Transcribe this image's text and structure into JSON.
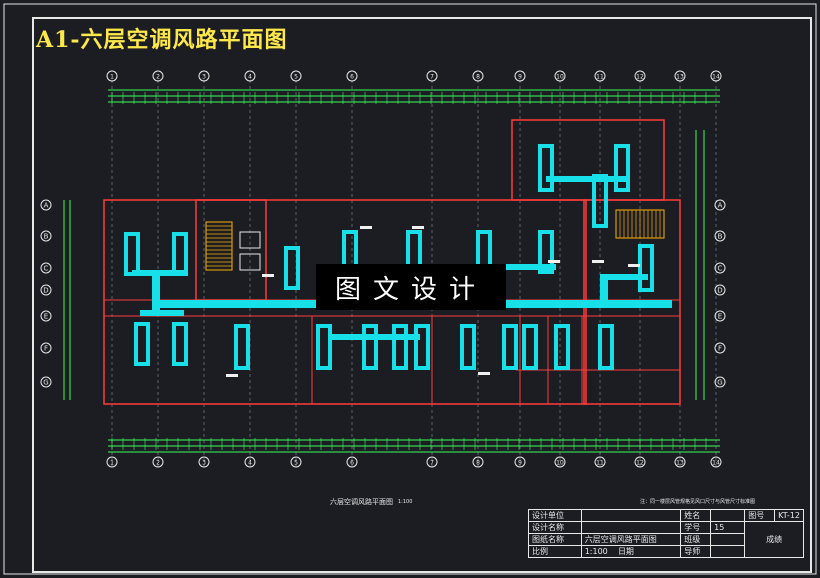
{
  "title": "A1-六层空调风路平面图",
  "watermark": "图文设计",
  "caption": "六层空调风路平面图",
  "caption_scale": "1:100",
  "note": "注：同一楼层风管规格见风口尺寸与风管尺寸标准图",
  "axis_labels": {
    "left": [
      "A",
      "B",
      "C",
      "D",
      "E",
      "F",
      "G"
    ],
    "top": [
      "1",
      "2",
      "3",
      "4",
      "5",
      "6",
      "7",
      "8",
      "9",
      "10",
      "11",
      "12",
      "13",
      "14"
    ]
  },
  "title_block": {
    "design_unit_label": "设计单位",
    "design_name_label": "设计名称",
    "drawing_name_label": "图纸名称",
    "drawing_name_value": "六层空调风路平面图",
    "scale_label": "比例",
    "scale_value": "1:100",
    "date_label": "日期",
    "name_label": "姓名",
    "student_no_label": "学号",
    "student_no_value": "15",
    "class_label": "班级",
    "advisor_label": "导师",
    "drawing_no_label": "图号",
    "drawing_no_value": "KT-12",
    "score_label": "成绩"
  },
  "colors": {
    "background": "#1b1d23",
    "frame": "#e8e8e8",
    "duct": "#18e0e8",
    "wall": "#ff3b3b",
    "dimension": "#3bff5a",
    "stair": "#ffb000",
    "title": "#ffe84a"
  }
}
